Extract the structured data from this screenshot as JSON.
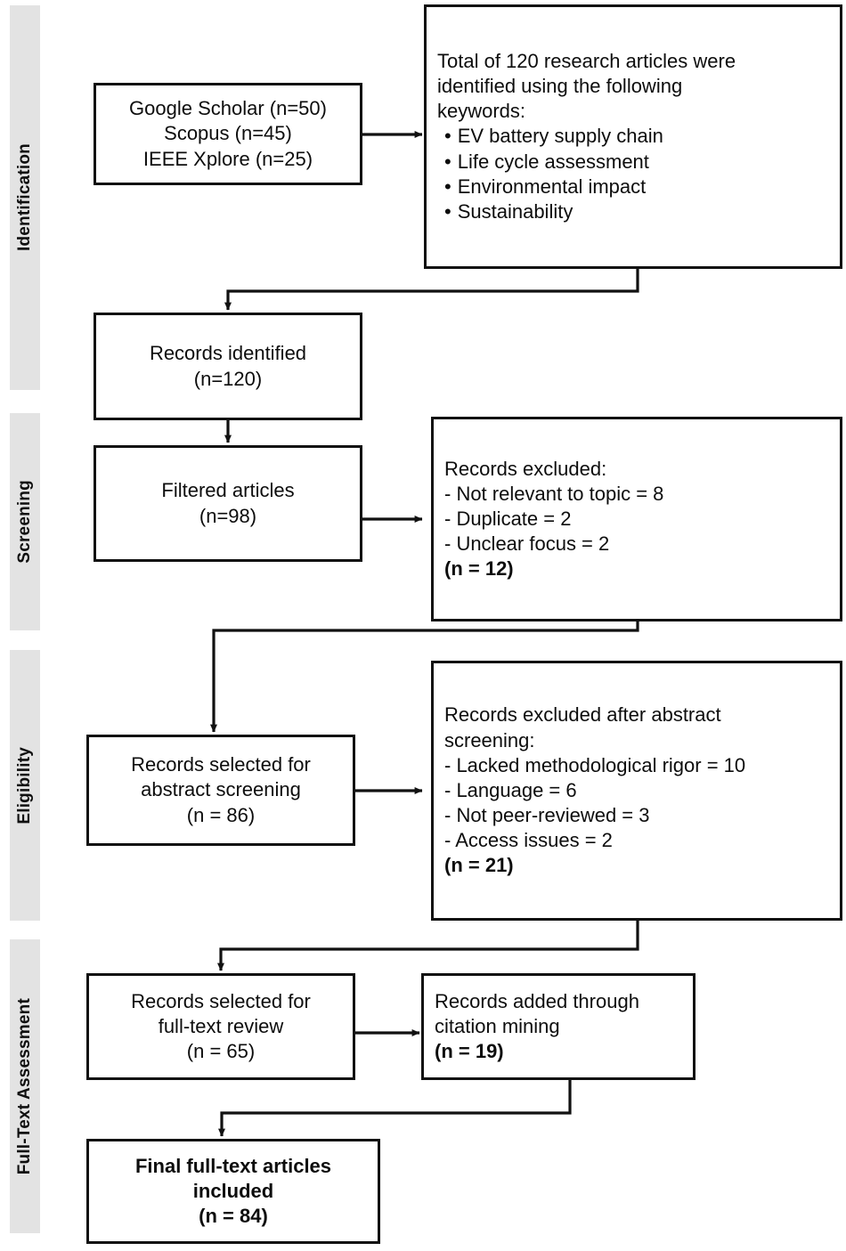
{
  "figure": {
    "type": "prisma-flow-diagram",
    "title": "PRISMA systematic review flow diagram"
  },
  "stages": [
    {
      "id": "identification",
      "label": "Identification"
    },
    {
      "id": "screening",
      "label": "Screening"
    },
    {
      "id": "eligibility",
      "label": "Eligibility"
    },
    {
      "id": "full_text_assessment",
      "label": "Full-Text Assessment"
    }
  ],
  "nodes": {
    "sources": {
      "name": "database-sources-box",
      "lines": [
        "Google Scholar (n=50)",
        "Scopus (n=45)",
        "IEEE Xplore (n=25)"
      ]
    },
    "keywords": {
      "name": "keywords-box",
      "heading": [
        "Total of 120 research articles were",
        "identified using the following",
        "keywords:"
      ],
      "bullets": [
        "EV battery supply chain",
        "Life cycle assessment",
        "Environmental impact",
        "Sustainability"
      ]
    },
    "records_identified": {
      "name": "records-identified-box",
      "lines": [
        "Records identified",
        "(n=120)"
      ]
    },
    "filtered_articles": {
      "name": "filtered-articles-box",
      "lines": [
        "Filtered articles",
        "(n=98)"
      ]
    },
    "records_excluded_screening": {
      "name": "records-excluded-screening-box",
      "heading": [
        "Records excluded:"
      ],
      "items": [
        "- Not relevant to topic = 8",
        "- Duplicate = 2",
        "- Unclear focus = 2"
      ],
      "total": "(n = 12)"
    },
    "abstract_screening": {
      "name": "abstract-screening-box",
      "lines": [
        "Records selected for",
        "abstract screening",
        "(n = 86)"
      ]
    },
    "records_excluded_abstract": {
      "name": "records-excluded-abstract-box",
      "heading": [
        "Records excluded after abstract",
        "screening:"
      ],
      "items": [
        "- Lacked methodological rigor = 10",
        "- Language = 6",
        "- Not peer-reviewed = 3",
        "- Access issues = 2"
      ],
      "total": "(n = 21)"
    },
    "full_text_review": {
      "name": "full-text-review-box",
      "lines": [
        "Records selected for",
        "full-text review",
        "(n = 65)"
      ]
    },
    "citation_mining": {
      "name": "citation-mining-box",
      "lines": [
        "Records added through",
        "citation mining"
      ],
      "total": "(n = 19)"
    },
    "final_included": {
      "name": "final-included-box",
      "lines": [
        "Final full-text articles",
        "included",
        "(n = 84)"
      ]
    }
  },
  "colors": {
    "stage_bar": "#e3e3e3",
    "box_border": "#111111",
    "text": "#0d0d0d",
    "background": "#ffffff"
  }
}
